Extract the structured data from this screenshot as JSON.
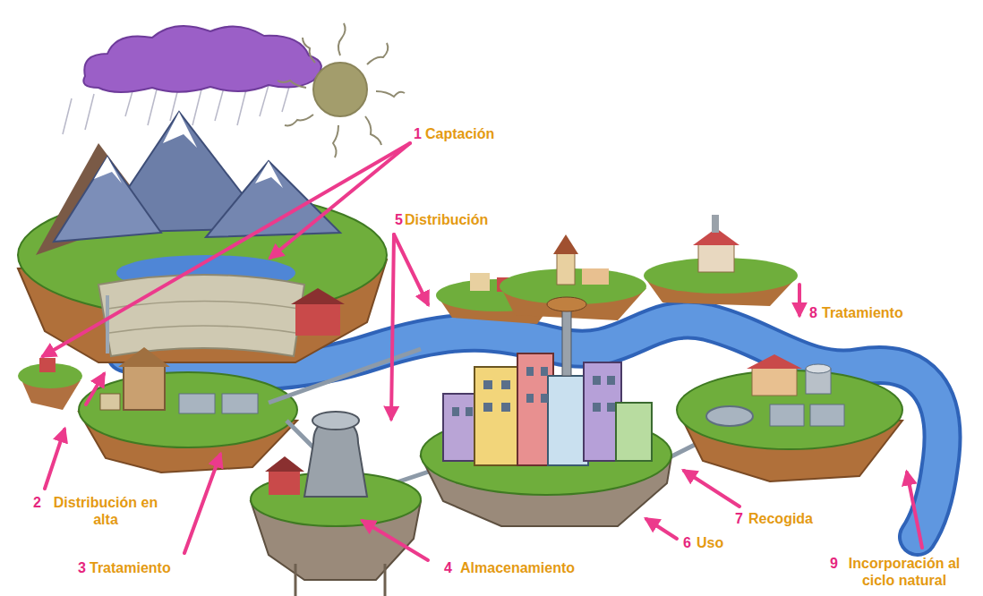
{
  "diagram": {
    "labels": [
      "1",
      "Captación",
      "5",
      "Distribución",
      "8",
      "Tratamiento",
      "2",
      "Distribución en alta",
      "3",
      "Tratamiento",
      "4",
      "Almacenamiento",
      "6",
      "Uso",
      "7",
      "Recogida",
      "9",
      "Incorporación al ciclo natural"
    ]
  }
}
